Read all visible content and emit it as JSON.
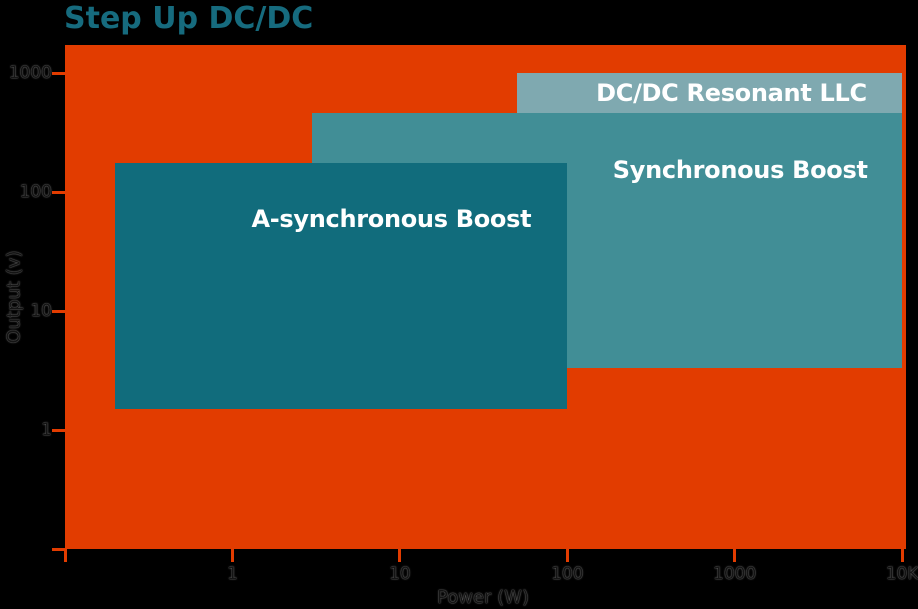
{
  "title": "Step Up DC/DC",
  "colors": {
    "background": "#000000",
    "plot_background": "#E23C00",
    "axis": "#E23C00",
    "title_text": "#166B7E",
    "tick_label_text": "#141414",
    "region_label_text": "#FFFFFF"
  },
  "chart_data": {
    "type": "area",
    "subtype": "log-log region map",
    "title": "Step Up DC/DC",
    "xlabel": "Power (W)",
    "ylabel": "Output (v)",
    "x_scale": "log",
    "y_scale": "log",
    "xlim": [
      0.1,
      10000
    ],
    "ylim": [
      0.1,
      1700
    ],
    "grid": false,
    "legend": "labels inside regions",
    "x_ticks": [
      {
        "value": 0.1,
        "label": ""
      },
      {
        "value": 1,
        "label": "1"
      },
      {
        "value": 10,
        "label": "10"
      },
      {
        "value": 100,
        "label": "100"
      },
      {
        "value": 1000,
        "label": "1000"
      },
      {
        "value": 10000,
        "label": "10K"
      }
    ],
    "y_ticks": [
      {
        "value": 0.1,
        "label": ""
      },
      {
        "value": 1,
        "label": "1"
      },
      {
        "value": 10,
        "label": "10"
      },
      {
        "value": 100,
        "label": "100"
      },
      {
        "value": 1000,
        "label": "1000"
      }
    ],
    "regions": [
      {
        "name": "A-synchronous Boost",
        "power_w_min": 0.2,
        "power_w_max": 100,
        "output_v_min": 1.5,
        "output_v_max": 175,
        "color": "#116C7C"
      },
      {
        "name": "Synchronous Boost",
        "power_w_min": 3,
        "power_w_max": 10000,
        "output_v_min": 3.3,
        "output_v_max": 465,
        "color": "#418E96"
      },
      {
        "name": "DC/DC Resonant LLC",
        "power_w_min": 50,
        "power_w_max": 10000,
        "output_v_min": 465,
        "output_v_max": 1000,
        "color": "#7FA9B0"
      }
    ]
  }
}
